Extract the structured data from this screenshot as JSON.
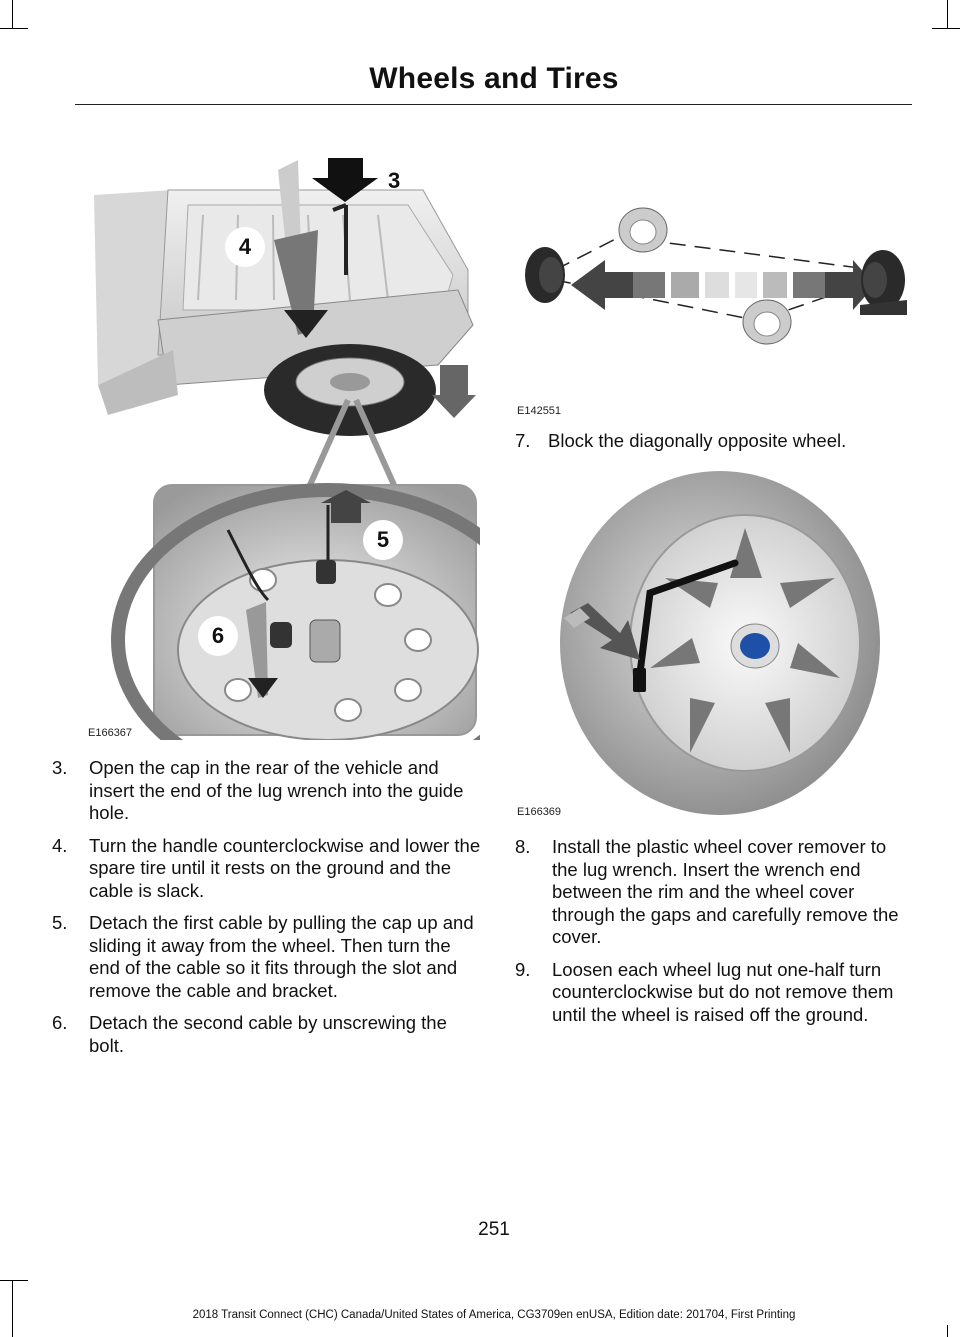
{
  "header": {
    "title": "Wheels and Tires"
  },
  "figures": {
    "left": {
      "code": "E166367",
      "callouts": [
        "3",
        "4",
        "5",
        "6"
      ]
    },
    "rotation": {
      "code": "E142551"
    },
    "wheel": {
      "code": "E166369"
    }
  },
  "steps_left": [
    {
      "num": "3.",
      "text": "Open the cap in the rear of the vehicle and insert the end of the lug wrench into the guide hole."
    },
    {
      "num": "4.",
      "text": "Turn the handle counterclockwise and lower the spare tire until it rests on the ground and the cable is slack."
    },
    {
      "num": "5.",
      "text": "Detach the first cable by pulling the cap up and sliding it away from the wheel. Then turn the end of the cable so it fits through the slot and remove the cable and bracket."
    },
    {
      "num": "6.",
      "text": "Detach the second cable by unscrewing the bolt."
    }
  ],
  "step7": {
    "num": "7.",
    "text": "Block the diagonally opposite wheel."
  },
  "steps_right": [
    {
      "num": "8.",
      "text": "Install the plastic wheel cover remover to the lug wrench. Insert the wrench end between the rim and the wheel cover through the gaps and carefully remove the cover."
    },
    {
      "num": "9.",
      "text": "Loosen each wheel lug nut one-half turn counterclockwise but do not remove them until the wheel is raised off the ground."
    }
  ],
  "page_number": "251",
  "footer": "2018 Transit Connect (CHC) Canada/United States of America, CG3709en enUSA, Edition date: 201704, First Printing"
}
